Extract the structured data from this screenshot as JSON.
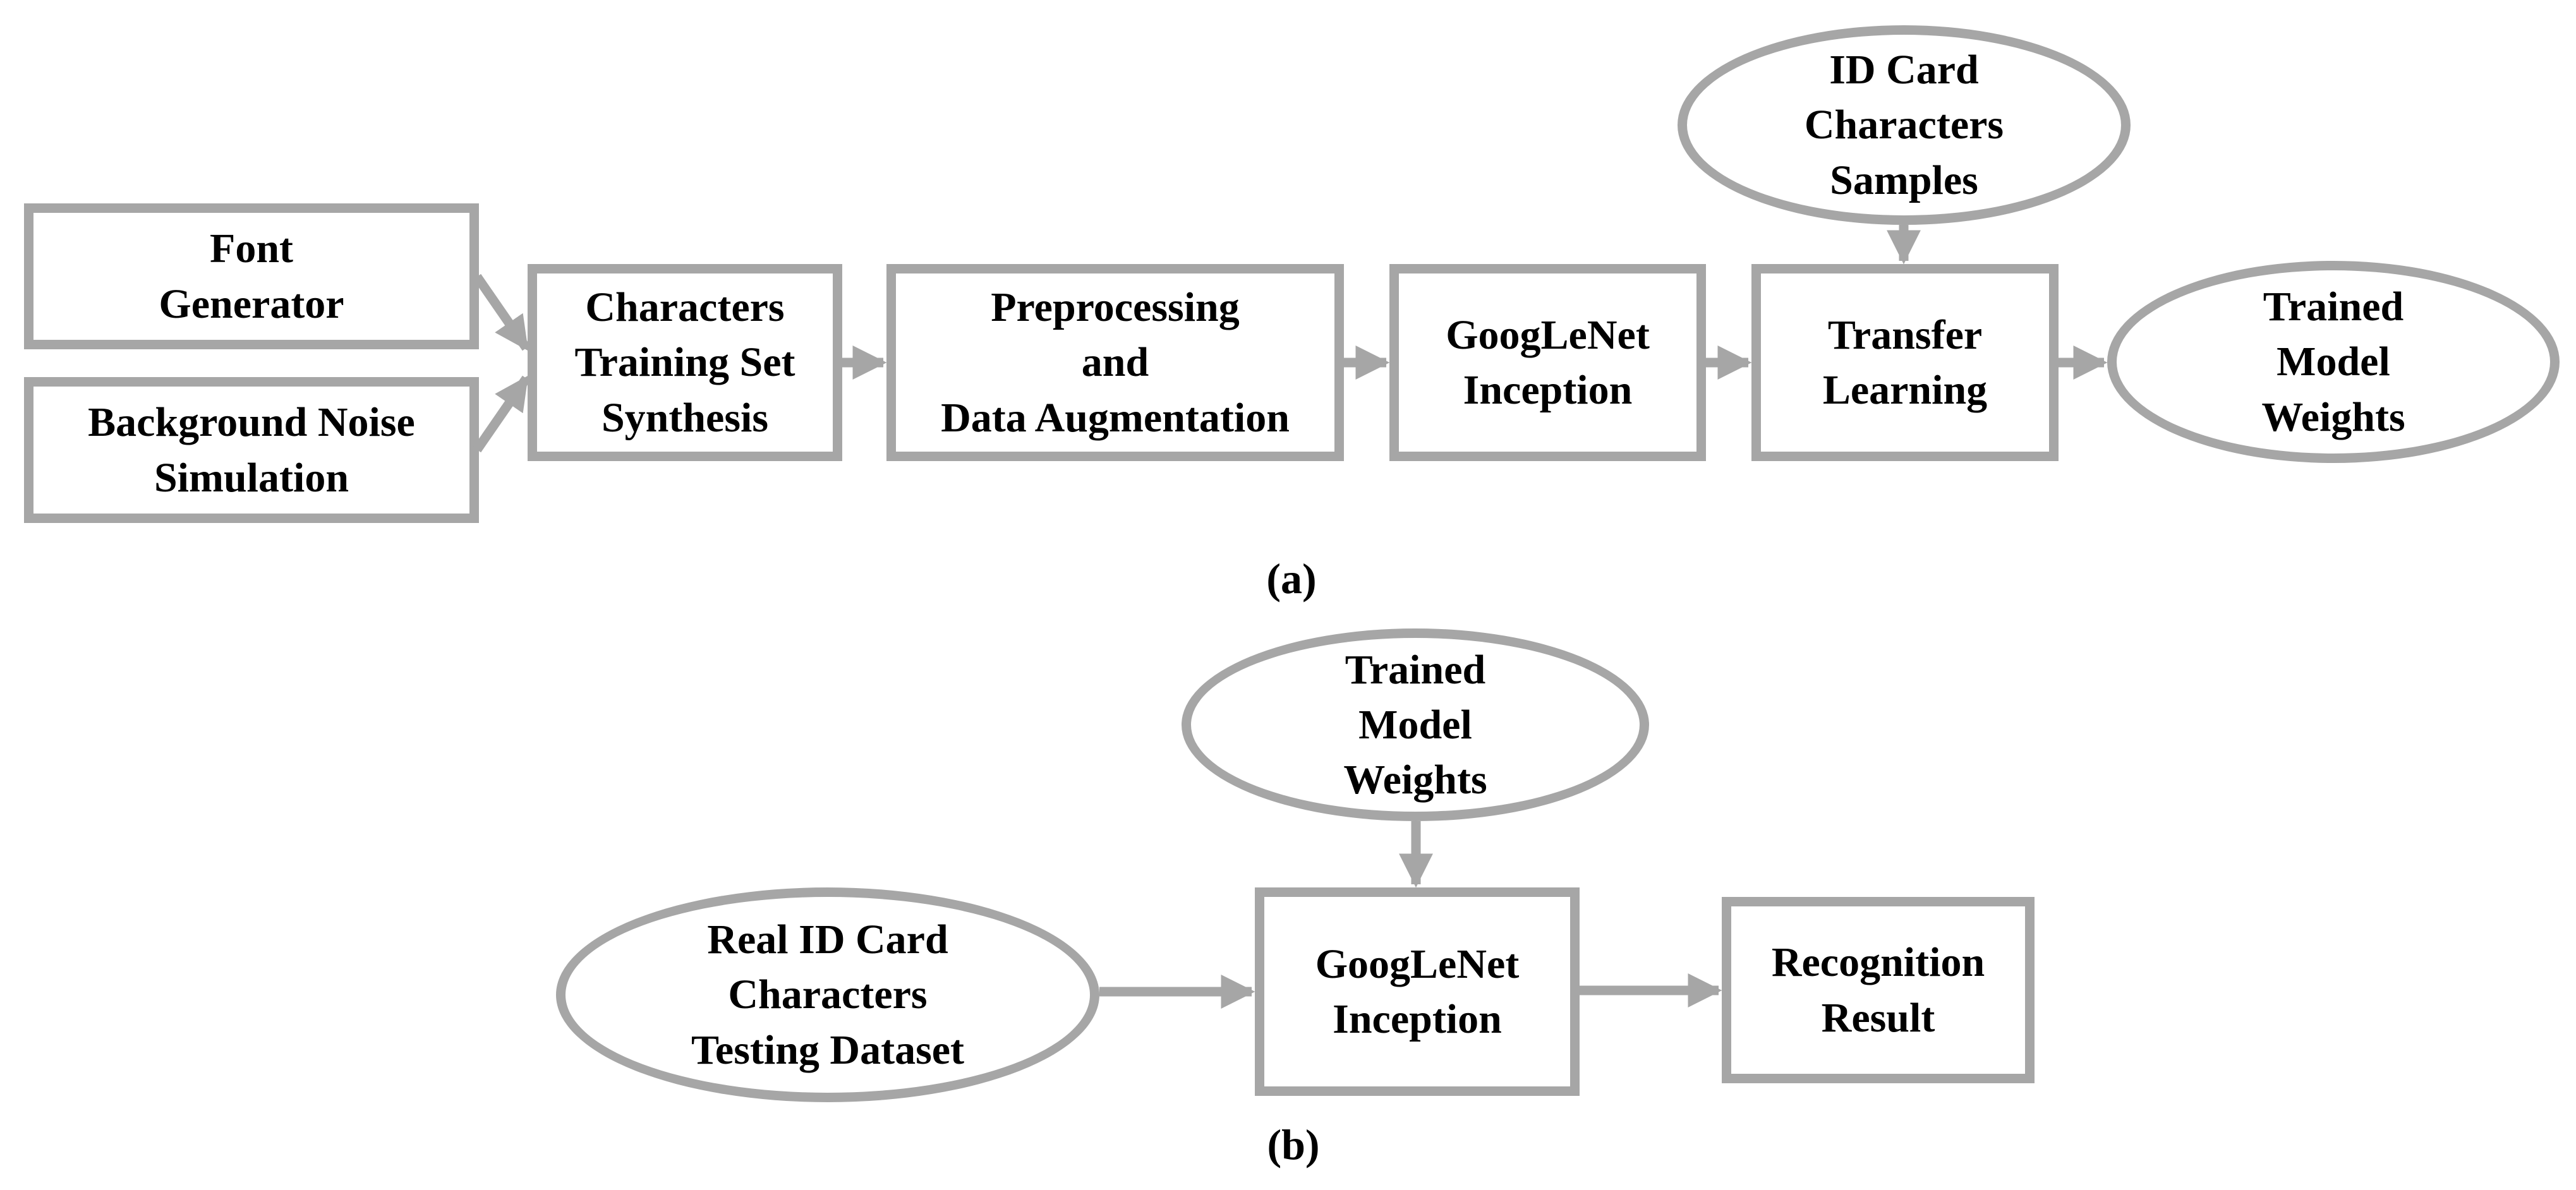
{
  "figure": {
    "type": "flowchart",
    "description": "Two-part flow diagram: (a) character recognition model training pipeline, (b) testing pipeline"
  },
  "colors": {
    "stroke": "#a6a6a6",
    "text": "#000000",
    "background": "#ffffff"
  },
  "part_a": {
    "caption": "(a)",
    "nodes": {
      "font_generator": {
        "shape": "rect",
        "lines": [
          "Font",
          "Generator"
        ]
      },
      "background_noise": {
        "shape": "rect",
        "lines": [
          "Background Noise",
          "Simulation"
        ]
      },
      "characters_synthesis": {
        "shape": "rect",
        "lines": [
          "Characters",
          "Training Set",
          "Synthesis"
        ]
      },
      "preprocessing": {
        "shape": "rect",
        "lines": [
          "Preprocessing",
          "and",
          "Data Augmentation"
        ]
      },
      "googlenet": {
        "shape": "rect",
        "lines": [
          "GoogLeNet",
          "Inception"
        ]
      },
      "transfer_learning": {
        "shape": "rect",
        "lines": [
          "Transfer",
          "Learning"
        ]
      },
      "id_card_samples": {
        "shape": "ellipse",
        "lines": [
          "ID Card",
          "Characters",
          "Samples"
        ]
      },
      "trained_model_weights": {
        "shape": "ellipse",
        "lines": [
          "Trained",
          "Model",
          "Weights"
        ]
      }
    },
    "edges": [
      {
        "from": "font_generator",
        "to": "characters_synthesis"
      },
      {
        "from": "background_noise",
        "to": "characters_synthesis"
      },
      {
        "from": "characters_synthesis",
        "to": "preprocessing"
      },
      {
        "from": "preprocessing",
        "to": "googlenet"
      },
      {
        "from": "googlenet",
        "to": "transfer_learning"
      },
      {
        "from": "id_card_samples",
        "to": "transfer_learning"
      },
      {
        "from": "transfer_learning",
        "to": "trained_model_weights"
      }
    ]
  },
  "part_b": {
    "caption": "(b)",
    "nodes": {
      "trained_model_weights": {
        "shape": "ellipse",
        "lines": [
          "Trained",
          "Model",
          "Weights"
        ]
      },
      "real_id_dataset": {
        "shape": "ellipse",
        "lines": [
          "Real ID Card",
          "Characters",
          "Testing Dataset"
        ]
      },
      "googlenet": {
        "shape": "rect",
        "lines": [
          "GoogLeNet",
          "Inception"
        ]
      },
      "recognition_result": {
        "shape": "rect",
        "lines": [
          "Recognition",
          "Result"
        ]
      }
    },
    "edges": [
      {
        "from": "trained_model_weights",
        "to": "googlenet"
      },
      {
        "from": "real_id_dataset",
        "to": "googlenet"
      },
      {
        "from": "googlenet",
        "to": "recognition_result"
      }
    ]
  }
}
